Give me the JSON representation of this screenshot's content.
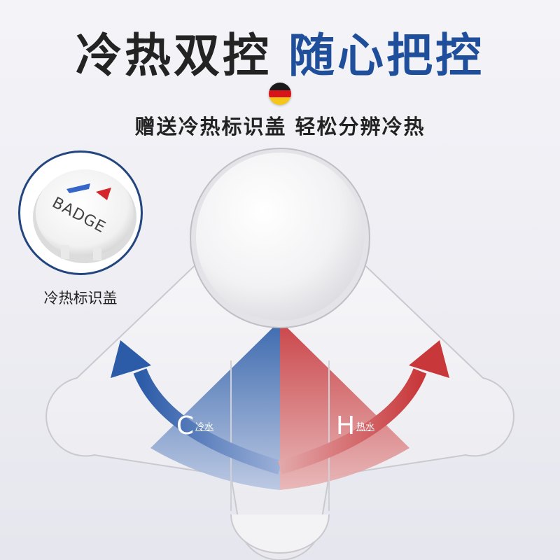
{
  "headline": {
    "part1": "冷热双控",
    "part2": "随心把控"
  },
  "subtitle": "赠送冷热标识盖 轻松分辨冷热",
  "badge": {
    "emboss_text": "BADGE",
    "caption": "冷热标识盖"
  },
  "labels": {
    "cold_letter": "C",
    "cold_text": "冷水",
    "hot_letter": "H",
    "hot_text": "热水"
  },
  "colors": {
    "cold": "#2c5ba8",
    "hot": "#c8383b",
    "title_dark": "#232323",
    "title_blue": "#1f4f9a",
    "ring": "#24467f"
  },
  "icons": [
    "german-flag-icon",
    "cold-arrow-icon",
    "hot-arrow-icon"
  ]
}
